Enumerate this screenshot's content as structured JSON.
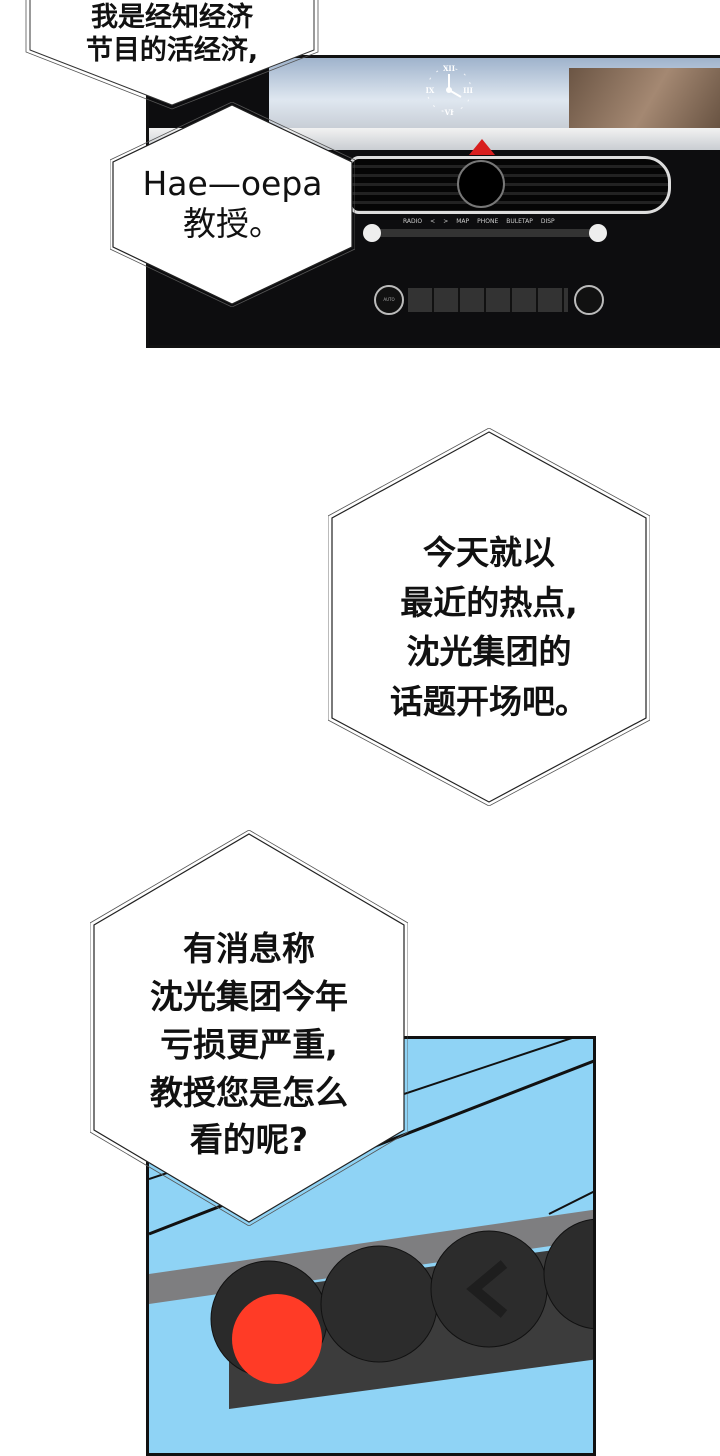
{
  "panels": {
    "dashboard": {
      "radio_buttons": [
        "RADIO",
        "<",
        ">",
        "MAP",
        "PHONE",
        "BULETAP",
        "DISP"
      ],
      "knob_label": "AUTO",
      "clock_numerals": [
        "XII",
        "III",
        "VI",
        "IX"
      ],
      "hazard_color": "#d81e1e"
    },
    "traffic_light": {
      "sky_color": "#8fd3f5",
      "red_light_color": "#ff3b26",
      "active_light": "red"
    }
  },
  "bubbles": [
    {
      "lines": [
        "我是经知经济",
        "节目的活经济,"
      ]
    },
    {
      "lines": [
        "Hae—oepa",
        "教授。"
      ]
    },
    {
      "lines": [
        "今天就以",
        "最近的热点,",
        "沈光集团的",
        "话题开场吧。"
      ]
    },
    {
      "lines": [
        "有消息称",
        "沈光集团今年",
        "亏损更严重,",
        "教授您是怎么",
        "看的呢?"
      ]
    }
  ]
}
